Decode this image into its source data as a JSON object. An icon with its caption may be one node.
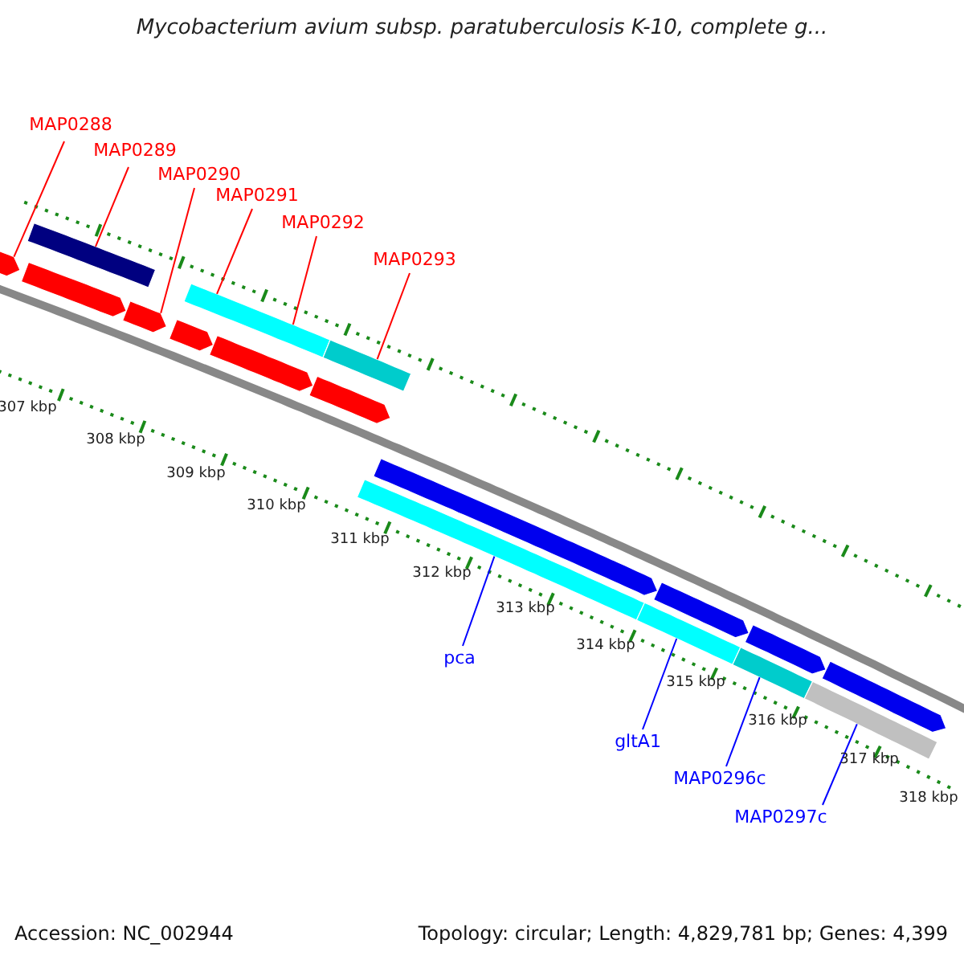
{
  "diagram": {
    "title": "Mycobacterium avium subsp. paratuberculosis K-10, complete g...",
    "nodes": [
      {
        "text": [
          "MAP0288"
        ]
      },
      {
        "text": [
          "MAP0289"
        ]
      },
      {
        "text": [
          "MAP0290"
        ]
      },
      {
        "text": [
          "MAP0291"
        ]
      },
      {
        "text": [
          "MAP0292"
        ]
      },
      {
        "text": [
          "MAP0293"
        ]
      },
      {
        "text": [
          "pca"
        ]
      },
      {
        "text": [
          "gltA1"
        ]
      },
      {
        "text": [
          "MAP0296c"
        ]
      },
      {
        "text": [
          "MAP0297c"
        ]
      },
      {
        "text": [],
        "shape": "pentagon"
      },
      {
        "text": [],
        "shape": "pentagon"
      },
      {
        "text": [],
        "shape": "pentagon"
      },
      {
        "text": [],
        "shape": "pentagon"
      },
      {
        "text": [],
        "shape": "pentagon"
      },
      {
        "text": [],
        "shape": "pentagon"
      },
      {
        "text": [],
        "shape": "bar"
      },
      {
        "text": [],
        "shape": "bar"
      },
      {
        "text": [],
        "shape": "bar"
      },
      {
        "text": [],
        "shape": "pentagon"
      },
      {
        "text": [],
        "shape": "pentagon"
      },
      {
        "text": [],
        "shape": "pentagon"
      },
      {
        "text": [],
        "shape": "pentagon"
      },
      {
        "text": [],
        "shape": "bar"
      },
      {
        "text": [],
        "shape": "bar"
      },
      {
        "text": [],
        "shape": "bar"
      },
      {
        "text": [],
        "shape": "bar"
      }
    ],
    "edges": [
      {
        "from": 0,
        "to": 10,
        "arrow": "none"
      },
      {
        "from": 1,
        "to": 16,
        "arrow": "none"
      },
      {
        "from": 2,
        "to": 12,
        "arrow": "none"
      },
      {
        "from": 3,
        "to": 17,
        "arrow": "none"
      },
      {
        "from": 4,
        "to": 17,
        "arrow": "none"
      },
      {
        "from": 5,
        "to": 18,
        "arrow": "none"
      },
      {
        "from": 6,
        "to": 23,
        "arrow": "none",
        "color": "#0000ff"
      },
      {
        "from": 7,
        "to": 24,
        "arrow": "none",
        "color": "#0000ff"
      },
      {
        "from": 8,
        "to": 25,
        "arrow": "none",
        "color": "#0000ff"
      },
      {
        "from": 9,
        "to": 26,
        "arrow": "none",
        "color": "#0000ff"
      }
    ],
    "labels": [
      "307 kbp",
      "308 kbp",
      "309 kbp",
      "310 kbp",
      "311 kbp",
      "312 kbp",
      "313 kbp",
      "314 kbp",
      "315 kbp",
      "316 kbp",
      "317 kbp",
      "318 kbp",
      "Accession: NC_002944",
      "Topology: circular; Length: 4,829,781 bp; Genes: 4,399"
    ]
  }
}
